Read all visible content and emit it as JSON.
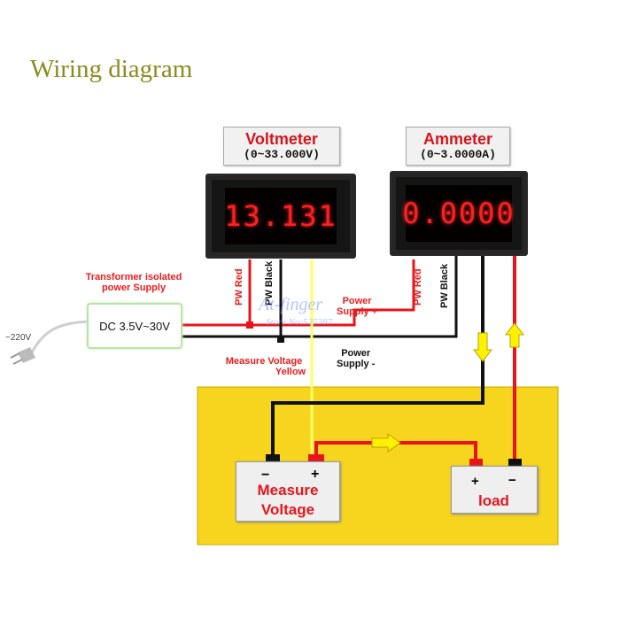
{
  "title": "Wiring diagram",
  "voltmeter": {
    "name": "Voltmeter",
    "range": "(0~33.000V)",
    "reading": "13.131"
  },
  "ammeter": {
    "name": "Ammeter",
    "range": "(0~3.0000A)",
    "reading": "0.0000"
  },
  "supply": {
    "caption_line1": "Transformer isolated",
    "caption_line2": "power Supply",
    "box_label": "DC 3.5V~30V",
    "mains_label": "~220V"
  },
  "wires": {
    "pw_red": "PW Red",
    "pw_black": "PW Black",
    "power_plus_line1": "Power",
    "power_plus_line2": "Supply +",
    "power_minus_line1": "Power",
    "power_minus_line2": "Supply -",
    "measure_line1": "Measure Voltage",
    "measure_line2": "Yellow"
  },
  "measure_box": {
    "minus": "−",
    "plus": "+",
    "line1": "Measure",
    "line2": "Voltage"
  },
  "load_box": {
    "plus": "+",
    "minus": "−",
    "label": "load"
  },
  "watermark": {
    "line1": "At-finger",
    "line2": "Store No:525387"
  },
  "colors": {
    "red_wire": "#e8141b",
    "black_wire": "#111111",
    "yellow_wire": "#ffff66",
    "panel": "#f7d51e",
    "led": "#ff1f1f"
  }
}
